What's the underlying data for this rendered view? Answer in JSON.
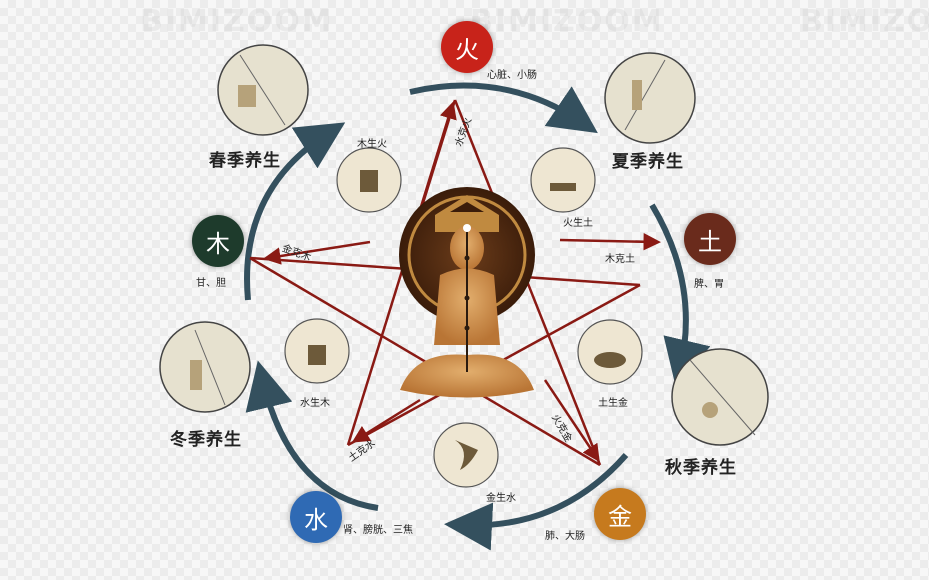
{
  "watermark": "BIMIZOOM",
  "elements": {
    "fire": {
      "char": "火",
      "organs": "心脏、小肠",
      "color": "#c8231a"
    },
    "earth": {
      "char": "土",
      "organs": "脾、胃",
      "color": "#6a2b1c"
    },
    "metal": {
      "char": "金",
      "organs": "肺、大肠",
      "color": "#c67a1e"
    },
    "water": {
      "char": "水",
      "organs": "肾、膀胱、三焦",
      "color": "#2f6ab4"
    },
    "wood": {
      "char": "木",
      "organs": "甘、胆",
      "color": "#1e3b2c"
    }
  },
  "seasons": {
    "spring": "春季养生",
    "summer": "夏季养生",
    "autumn": "秋季养生",
    "winter": "冬季养生"
  },
  "generating": {
    "wood_fire": "木生火",
    "fire_earth": "火生土",
    "earth_metal": "土生金",
    "metal_water": "金生水",
    "water_wood": "水生木"
  },
  "controlling": {
    "water_fire": "水克火",
    "wood_earth": "木克土",
    "fire_metal": "火克金",
    "earth_water": "土克水",
    "metal_wood": "金克木"
  },
  "colors": {
    "arc": "#34505e",
    "star": "#8a1a14"
  }
}
